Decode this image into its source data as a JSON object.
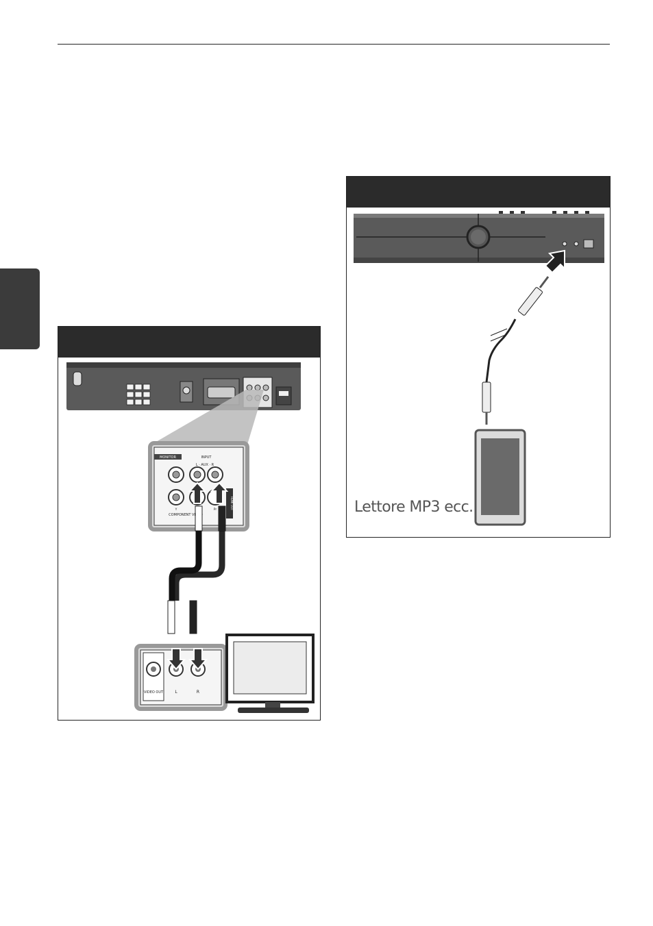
{
  "figure_aux": {
    "unit_labels": {
      "monitor": "MONITOR",
      "input": "INPUT",
      "aux": "L  ·  AUX  ·  R",
      "component_video": "COMPONENT VIDEO",
      "y": "Y",
      "pb": "Pb",
      "pr": "Pr",
      "hdmi_out": "HDMI OUT"
    },
    "tv_labels": {
      "video_out": "VIDEO OUT",
      "left": "L",
      "right": "R"
    }
  },
  "figure_portable": {
    "caption": "Lettore MP3 ecc.."
  },
  "colors": {
    "header": "#2b2b2b",
    "side_tab": "#3b3b3b",
    "device": "#5a5a5a"
  }
}
